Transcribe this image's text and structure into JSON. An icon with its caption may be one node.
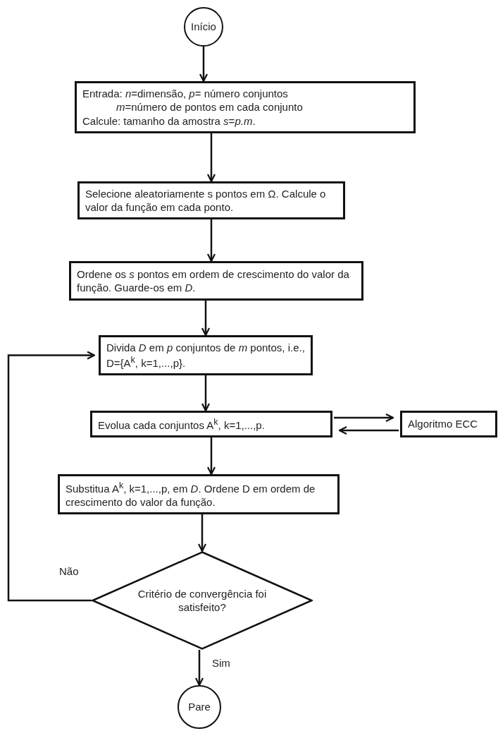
{
  "diagram": {
    "nodes": [
      {
        "text": [
          "Início"
        ]
      },
      {
        "text": [
          "Entrada:  *n*=dimensão, *p*= número conjuntos",
          "*m*=número de pontos em cada conjunto",
          "Calcule: tamanho da amostra *s*=*p.m*."
        ]
      },
      {
        "text": [
          "Selecione aleatoriamente s pontos em Ω. Calcule o valor da função em cada ponto."
        ]
      },
      {
        "text": [
          "Ordene os *s* pontos em ordem de crescimento do valor da função. Guarde-os em *D*."
        ]
      },
      {
        "text": [
          "Divida *D* em *p* conjuntos de *m* pontos, i.e., D={A$^{k}$, k=1,...,p}."
        ]
      },
      {
        "text": [
          "Evolua cada conjuntos A$^{k}$, k=1,...,p."
        ]
      },
      {
        "text": [
          "Algoritmo ECC"
        ]
      },
      {
        "text": [
          "Substitua A$^{k}$, k=1,...,p, em *D*. Ordene D em ordem de crescimento do valor da função."
        ]
      },
      {
        "text": [
          "Critério de convergência foi satisfeito?"
        ]
      },
      {
        "text": [
          "Pare"
        ]
      }
    ],
    "edges": [
      {
        "from": 0,
        "to": 1,
        "arrow": "to"
      },
      {
        "from": 1,
        "to": 2,
        "arrow": "to"
      },
      {
        "from": 2,
        "to": 3,
        "arrow": "to"
      },
      {
        "from": 3,
        "to": 4,
        "arrow": "to"
      },
      {
        "from": 4,
        "to": 5,
        "arrow": "to"
      },
      {
        "from": 5,
        "to": 6,
        "arrow": "to"
      },
      {
        "from": 6,
        "to": 5,
        "arrow": "to"
      },
      {
        "from": 5,
        "to": 7,
        "arrow": "to"
      },
      {
        "from": 7,
        "to": 8,
        "arrow": "to"
      },
      {
        "from": 8,
        "to": 4,
        "label": "Não",
        "arrow": "to"
      },
      {
        "from": 8,
        "to": 9,
        "label": "Sim",
        "arrow": "to"
      }
    ]
  }
}
